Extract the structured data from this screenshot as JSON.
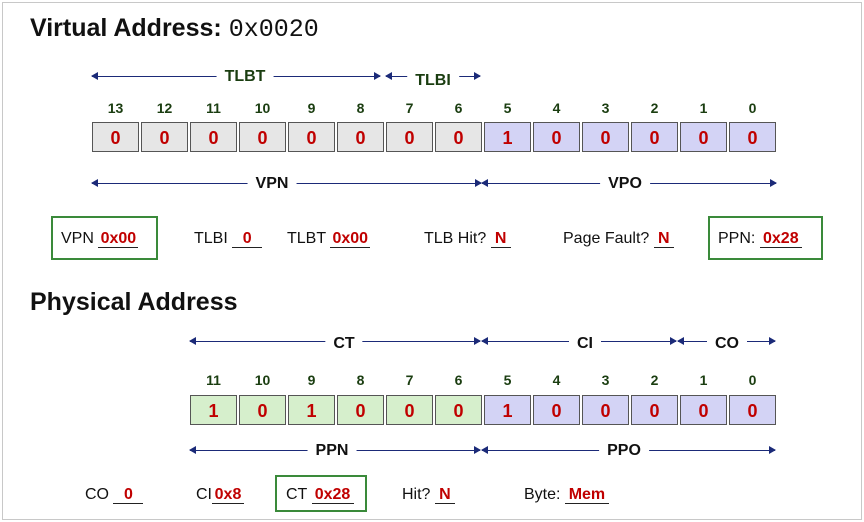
{
  "virtual": {
    "title_prefix": "Virtual Address:",
    "title_value": "0x0020",
    "bit_numbers": [
      "13",
      "12",
      "11",
      "10",
      "9",
      "8",
      "7",
      "6",
      "5",
      "4",
      "3",
      "2",
      "1",
      "0"
    ],
    "bits": [
      "0",
      "0",
      "0",
      "0",
      "0",
      "0",
      "0",
      "0",
      "1",
      "0",
      "0",
      "0",
      "0",
      "0"
    ],
    "labels": {
      "tlbt": "TLBT",
      "tlbi": "TLBI",
      "vpn": "VPN",
      "vpo": "VPO"
    },
    "fields": {
      "vpn_label": "VPN",
      "vpn_value": "0x00",
      "tlbi_label": "TLBI",
      "tlbi_value": "0",
      "tlbt_label": "TLBT",
      "tlbt_value": "0x00",
      "tlbhit_label": "TLB Hit?",
      "tlbhit_value": "N",
      "pagefault_label": "Page Fault?",
      "pagefault_value": "N",
      "ppn_label": "PPN:",
      "ppn_value": "0x28"
    }
  },
  "physical": {
    "title": "Physical Address",
    "bit_numbers": [
      "11",
      "10",
      "9",
      "8",
      "7",
      "6",
      "5",
      "4",
      "3",
      "2",
      "1",
      "0"
    ],
    "bits": [
      "1",
      "0",
      "1",
      "0",
      "0",
      "0",
      "1",
      "0",
      "0",
      "0",
      "0",
      "0"
    ],
    "labels": {
      "ct": "CT",
      "ci": "CI",
      "co": "CO",
      "ppn": "PPN",
      "ppo": "PPO"
    },
    "fields": {
      "co_label": "CO",
      "co_value": "0",
      "ci_label": "CI",
      "ci_value": "0x8",
      "ct_label": "CT",
      "ct_value": "0x28",
      "hit_label": "Hit?",
      "hit_value": "N",
      "byte_label": "Byte:",
      "byte_value": "Mem"
    }
  },
  "colors": {
    "bit_value": "#c00000",
    "bit_number": "#1a3d10",
    "arrow": "#1b2a78",
    "tag_cells": "#e6e6e6",
    "offset_cells": "#d3d3f5",
    "ppn_cells": "#d6efcc",
    "highlight_box": "#3a8a3a"
  }
}
